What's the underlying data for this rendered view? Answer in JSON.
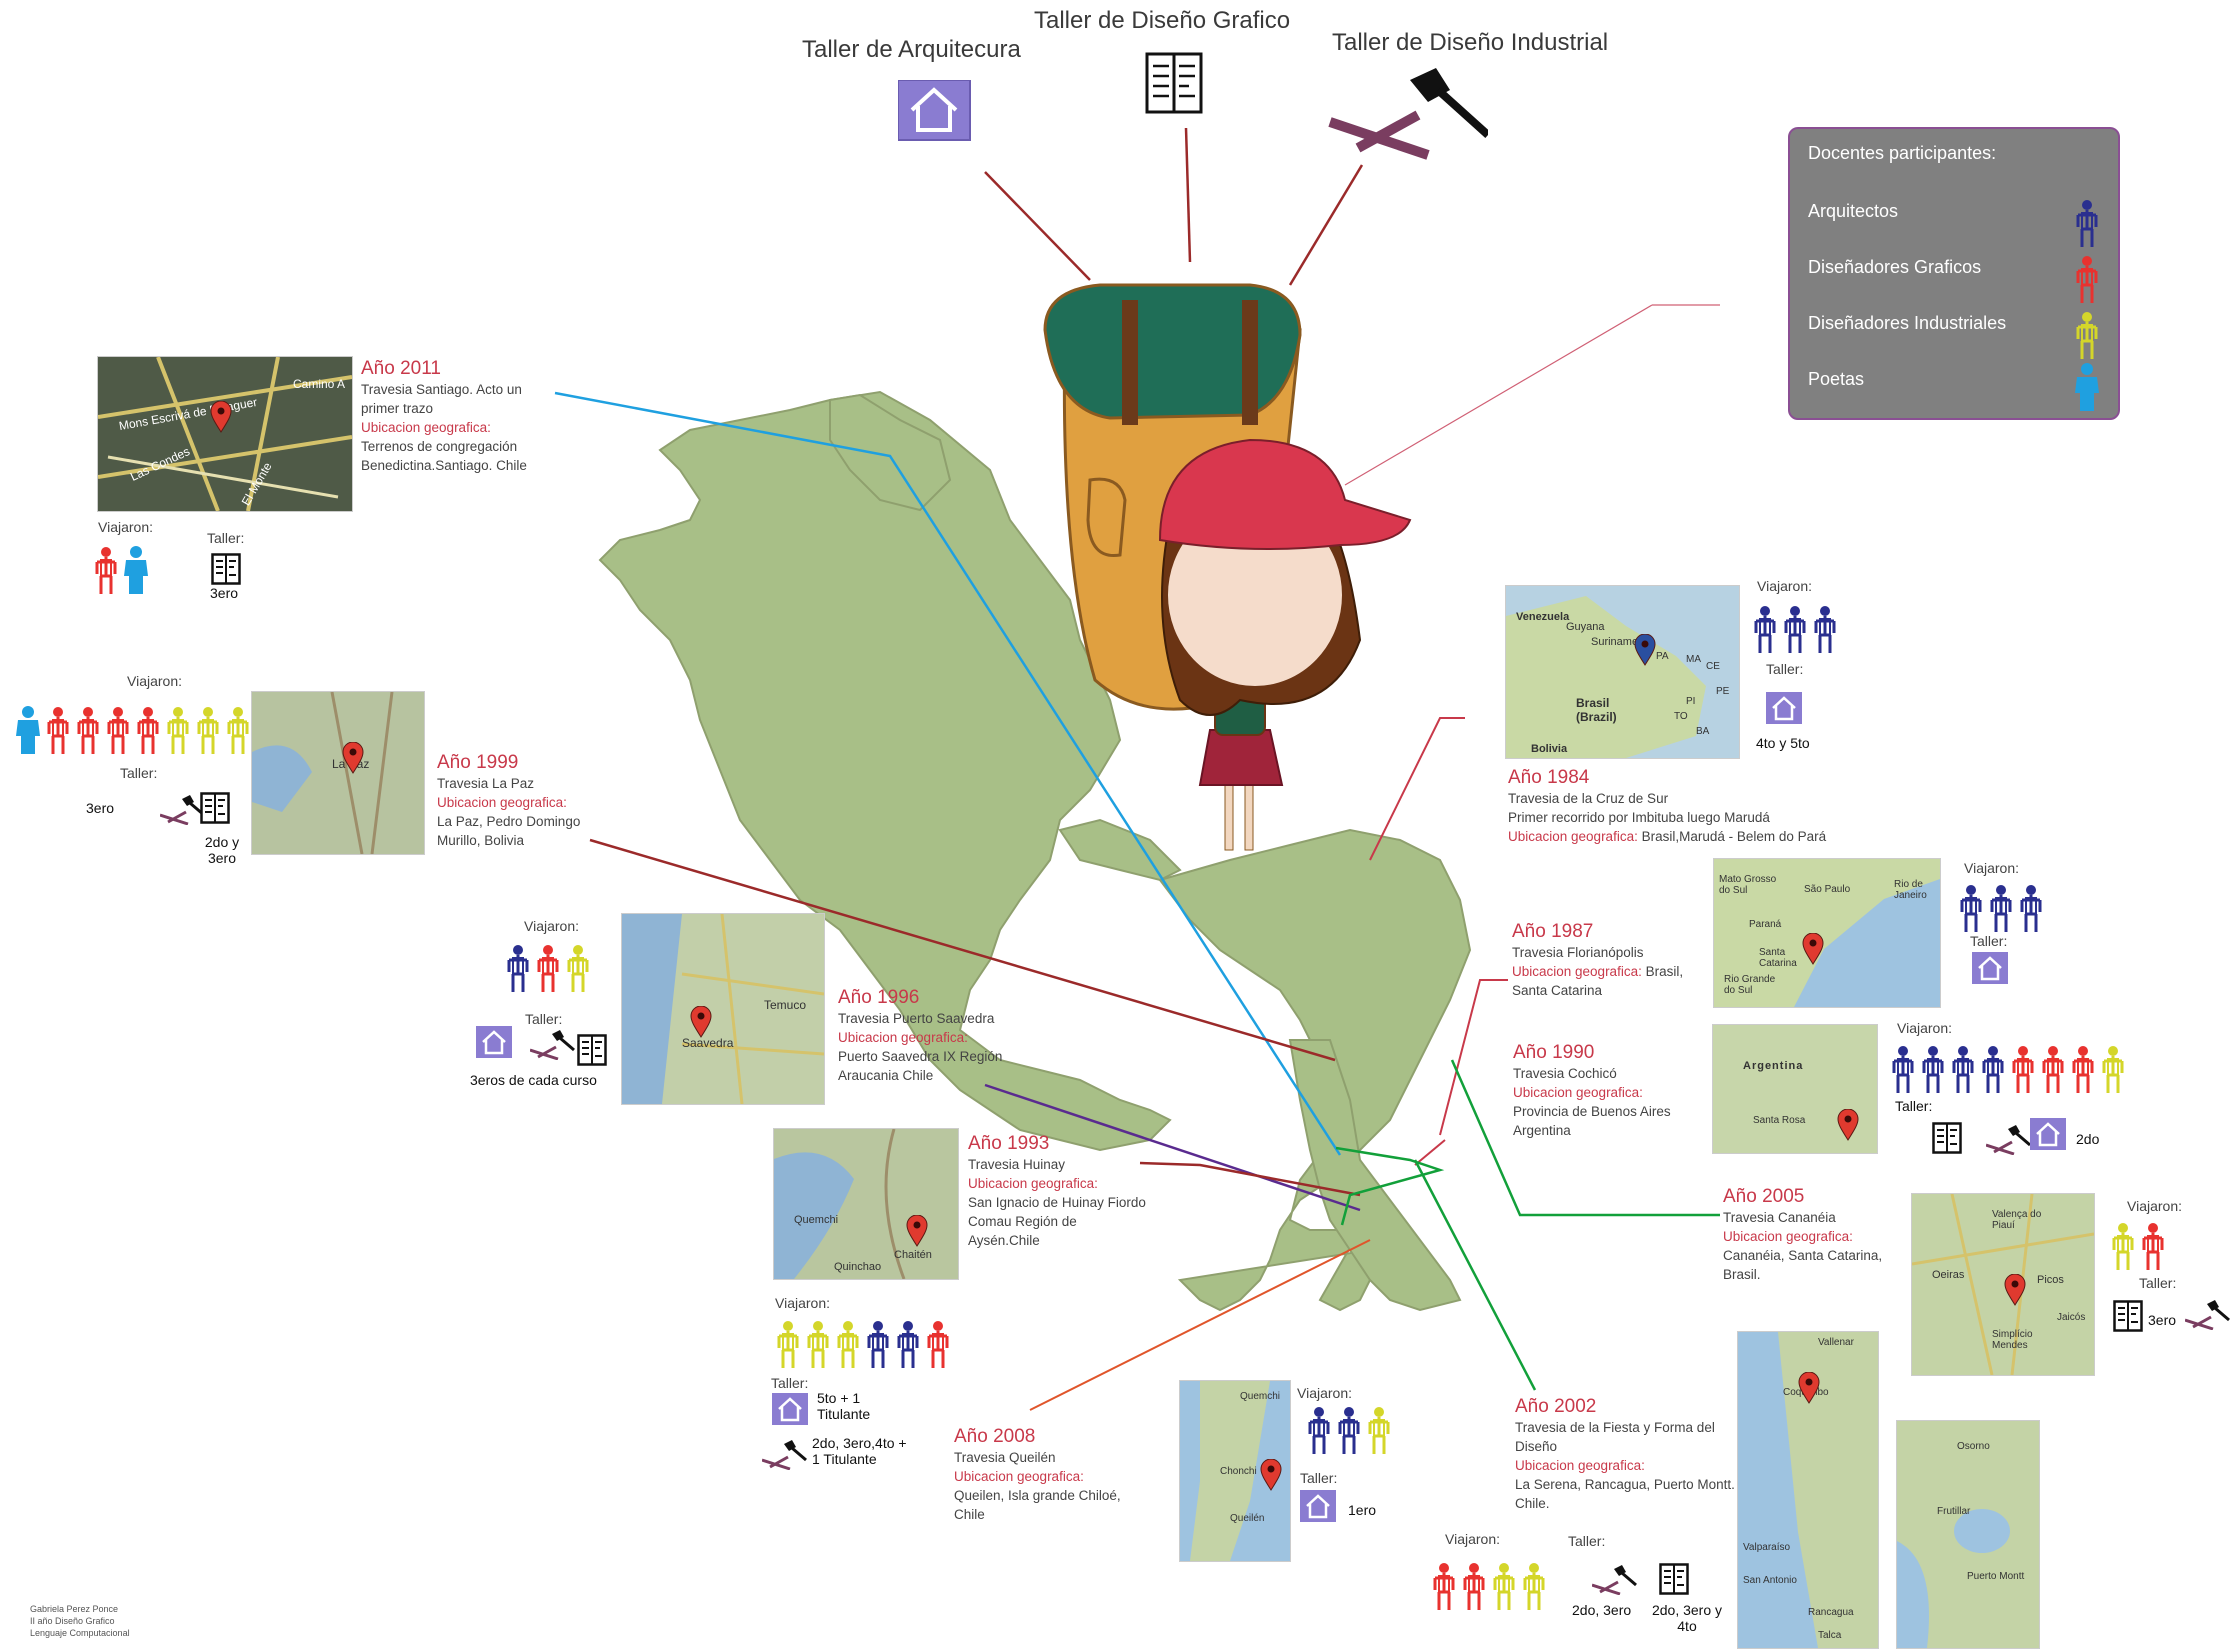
{
  "header": {
    "arquitectura": "Taller de Arquitecura",
    "grafico": "Taller de Diseño Grafico",
    "industrial": "Taller de Diseño Industrial"
  },
  "legend": {
    "title": "Docentes participantes:",
    "items": [
      {
        "label": "Arquitectos",
        "color": "#2a2f8f"
      },
      {
        "label": "Diseñadores Graficos",
        "color": "#e8322f"
      },
      {
        "label": "Diseñadores Industriales",
        "color": "#d4d62a"
      },
      {
        "label": "Poetas",
        "color": "#1fa0e0"
      }
    ]
  },
  "colors": {
    "arquitecto": "#2a2f8f",
    "grafico": "#e8322f",
    "industrial": "#d4d62a",
    "poeta": "#1fa0e0",
    "accent": "#c8394a",
    "continent": "#a8bf87",
    "house": "#8a7cd1"
  },
  "common": {
    "viajaron": "Viajaron:",
    "taller": "Taller:",
    "ubicacion": "Ubicacion geografica:"
  },
  "maps": {
    "m2011": [
      "Camino A",
      "Mons Escrivá de Balaguer",
      "Las Condes",
      "El Monte"
    ],
    "m1999": [
      "La Paz"
    ],
    "m1996": [
      "Temuco",
      "Saavedra"
    ],
    "m1993": [
      "Quemchi",
      "Chaitén",
      "Quinchao"
    ],
    "m1984": [
      "Venezuela",
      "Guyana",
      "Suriname",
      "Brasil (Brazil)",
      "Bolivia",
      "PA",
      "MA",
      "CE",
      "PI",
      "PE",
      "TO",
      "BA"
    ],
    "m1987": [
      "Mato Grosso do Sul",
      "São Paulo",
      "Rio de Janeiro",
      "Paraná",
      "Santa Catarina",
      "Rio Grande do Sul"
    ],
    "m1990": [
      "Argentina",
      "Santa Rosa"
    ],
    "m2005": [
      "Valença do Piauí",
      "Oeiras",
      "Picos",
      "Simplício Mendes",
      "Jaicós"
    ],
    "m2008": [
      "Quemchi",
      "Chonchi",
      "Queilén"
    ],
    "m2002a": [
      "Vallenar",
      "Coquimbo",
      "Valparaíso",
      "San Antonio",
      "Rancagua",
      "Talca"
    ],
    "m2002b": [
      "Osorno",
      "Puerto Montt",
      "Frutillar"
    ]
  },
  "trips": {
    "t2011": {
      "year": "Año 2011",
      "name": "Travesia Santiago. Acto  un primer trazo",
      "place": "Terrenos de congregación Benedictina.Santiago. Chile",
      "curso": "3ero"
    },
    "t1999": {
      "year": "Año 1999",
      "name": "Travesia La Paz",
      "place": "La Paz, Pedro Domingo Murillo, Bolivia",
      "curso_a": "3ero",
      "curso_b": "2do y 3ero"
    },
    "t1996": {
      "year": "Año 1996",
      "name": "Travesia Puerto Saavedra",
      "place": "Puerto Saavedra IX Región Araucania Chile",
      "curso": "3eros de cada curso"
    },
    "t1993": {
      "year": "Año 1993",
      "name": "Travesia Huinay",
      "place": "San Ignacio de Huinay Fiordo Comau Región de Aysén.Chile",
      "curso_a": "5to + 1 Titulante",
      "curso_b": "2do, 3ero,4to + 1 Titulante"
    },
    "t1984": {
      "year": "Año 1984",
      "name": "Travesia de la Cruz de Sur",
      "name2": "Primer recorrido por Imbituba luego Marudá",
      "place": "Brasil,Marudá - Belem do Pará",
      "curso": "4to y 5to"
    },
    "t1987": {
      "year": "Año 1987",
      "name": "Travesia Florianópolis",
      "place": "Brasil, Santa Catarina"
    },
    "t1990": {
      "year": "Año 1990",
      "name": "Travesia Cochicó",
      "place": "Provincia de Buenos Aires Argentina",
      "curso": "2do"
    },
    "t2005": {
      "year": "Año 2005",
      "name": "Travesia Cananéia",
      "place": "Cananéia, Santa Catarina, Brasil.",
      "curso": "3ero"
    },
    "t2008": {
      "year": "Año 2008",
      "name": "Travesia Queilén",
      "place": "Queilen, Isla grande Chiloé, Chile",
      "curso": "1ero"
    },
    "t2002": {
      "year": "Año 2002",
      "name": "Travesia de la Fiesta y Forma del Diseño",
      "place": "La Serena, Rancagua, Puerto Montt. Chile.",
      "curso_a": "2do, 3ero",
      "curso_b": "2do, 3ero y 4to"
    }
  },
  "signature": [
    "Gabriela Perez Ponce",
    "II año Diseño Grafico",
    "Lenguaje Computacional"
  ]
}
